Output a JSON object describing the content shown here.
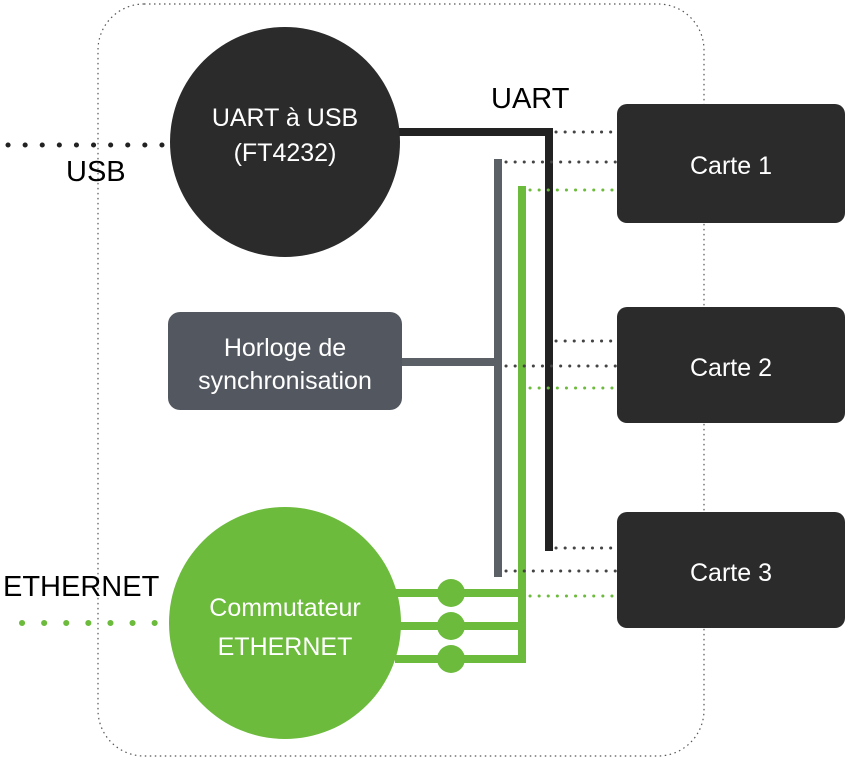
{
  "external_labels": {
    "usb": "USB",
    "uart": "UART",
    "ethernet": "ETHERNET"
  },
  "nodes": {
    "uart_usb": {
      "line1": "UART à USB",
      "line2": "(FT4232)"
    },
    "clock": {
      "line1": "Horloge de",
      "line2": "synchronisation"
    },
    "switch": {
      "line1": "Commutateur",
      "line2": "ETHERNET"
    },
    "boards": [
      {
        "label": "Carte 1"
      },
      {
        "label": "Carte 2"
      },
      {
        "label": "Carte 3"
      }
    ]
  },
  "colors": {
    "dark_node": "#2b2b2b",
    "clock_node": "#535860",
    "clock_bus": "#5b5f66",
    "ethernet_green": "#6cbb3c",
    "uart_bus": "#222222",
    "dotted_gray": "#444444",
    "enclosure_border": "#555555"
  }
}
